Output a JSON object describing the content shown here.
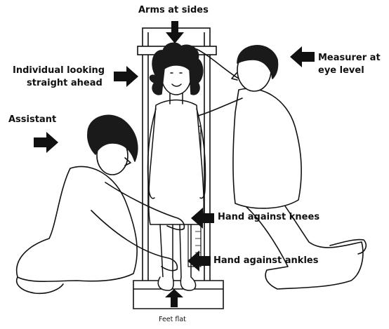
{
  "labels": {
    "arms_at_sides": "Arms at sides",
    "individual_looking": [
      "Individual looking",
      "straight ahead"
    ],
    "measurer_at_eye_level": [
      "Measurer at",
      "eye level"
    ],
    "assistant": "Assistant",
    "hand_against_knees": "Hand against knees",
    "hand_against_ankles": "Hand against ankles",
    "feet_flat": "Feet flat"
  },
  "colors": {
    "ink": "#111111",
    "background": "#ffffff",
    "hair": "#1a1a1a"
  }
}
